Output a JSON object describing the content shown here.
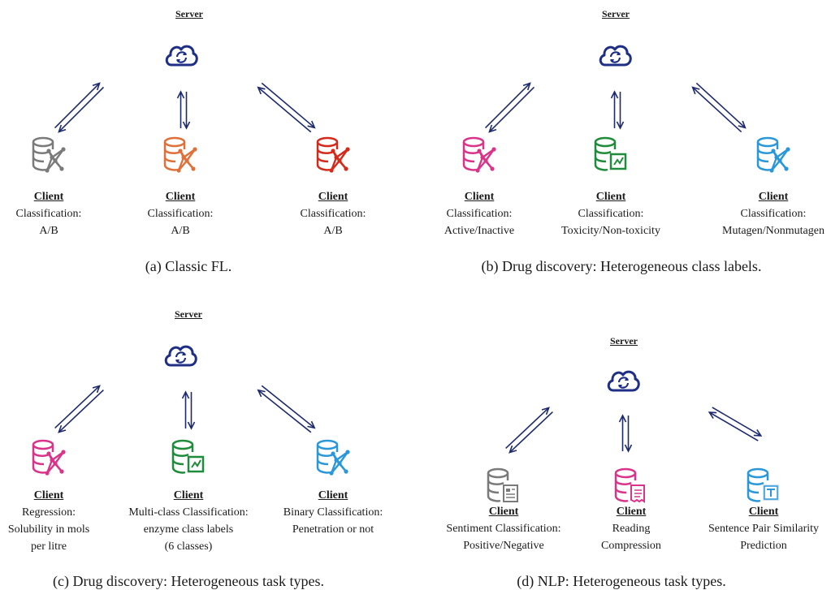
{
  "server_label": "Server",
  "client_label": "Client",
  "colors": {
    "arrow": "#1e2a6e",
    "cloud": "#1f2f86",
    "grey": "#7a7a7a",
    "orange": "#e0703a",
    "red": "#d42a1c",
    "pink": "#d9338a",
    "green": "#1e8c3a",
    "blue": "#2a98d8"
  },
  "panels": [
    {
      "caption": "(a) Classic FL.",
      "clients": [
        {
          "task": "Classification:\nA/B",
          "icon": "database-network-icon",
          "color": "grey"
        },
        {
          "task": "Classification:\nA/B",
          "icon": "database-network-icon",
          "color": "orange"
        },
        {
          "task": "Classification:\nA/B",
          "icon": "database-network-icon",
          "color": "red"
        }
      ]
    },
    {
      "caption": "(b) Drug discovery: Heterogeneous class labels.",
      "clients": [
        {
          "task": "Classification:\nActive/Inactive",
          "icon": "database-network-icon",
          "color": "pink"
        },
        {
          "task": "Classification:\nToxicity/Non-toxicity",
          "icon": "database-chart-icon",
          "color": "green"
        },
        {
          "task": "Classification:\nMutagen/Nonmutagen",
          "icon": "database-network-icon",
          "color": "blue"
        }
      ]
    },
    {
      "caption": "(c) Drug discovery: Heterogeneous task types.",
      "clients": [
        {
          "task": "Regression:\nSolubility in mols\nper litre",
          "icon": "database-network-icon",
          "color": "pink"
        },
        {
          "task": "Multi-class Classification:\nenzyme class labels\n(6 classes)",
          "icon": "database-chart-icon",
          "color": "green"
        },
        {
          "task": "Binary Classification:\nPenetration or not",
          "icon": "database-network-icon",
          "color": "blue"
        }
      ]
    },
    {
      "caption": "(d) NLP: Heterogeneous task types.",
      "clients": [
        {
          "task": "Sentiment Classification:\nPositive/Negative",
          "icon": "database-document-icon",
          "color": "grey"
        },
        {
          "task": "Reading\nCompression",
          "icon": "database-receipt-icon",
          "color": "pink"
        },
        {
          "task": "Sentence Pair Similarity\nPrediction",
          "icon": "database-text-icon",
          "color": "blue"
        }
      ]
    }
  ]
}
